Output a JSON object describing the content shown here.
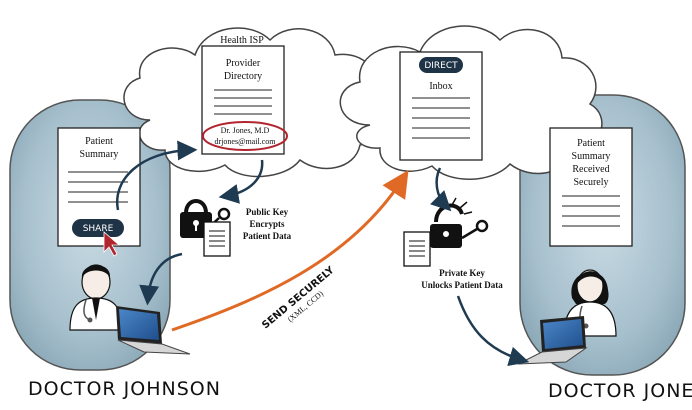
{
  "cloud_left": {
    "title": "Health ISP",
    "doc_title_line1": "Provider",
    "doc_title_line2": "Directory",
    "entry_name": "Dr. Jones, M.D",
    "entry_email": "drjones@mail.com"
  },
  "cloud_right": {
    "pill": "DIRECT",
    "doc_title": "Inbox"
  },
  "left_panel": {
    "doc_title_line1": "Patient",
    "doc_title_line2": "Summary",
    "share_button": "SHARE",
    "person_label": "DOCTOR JOHNSON"
  },
  "right_panel": {
    "doc_lines": [
      "Patient",
      "Summary",
      "Received",
      "Securely"
    ],
    "person_label": "DOCTOR JONES"
  },
  "public_key": {
    "line1": "Public Key",
    "line2": "Encrypts",
    "line3": "Patient Data"
  },
  "private_key": {
    "line1": "Private Key",
    "line2": "Unlocks Patient Data"
  },
  "send": {
    "line1": "SEND SECURELY",
    "line2": "(XML, CCD)"
  },
  "colors": {
    "panel": "#9ab6c4",
    "arrow_dark": "#1f3b52",
    "arrow_orange": "#e06a25",
    "pill": "#1e3346",
    "highlight": "#b2252e"
  }
}
